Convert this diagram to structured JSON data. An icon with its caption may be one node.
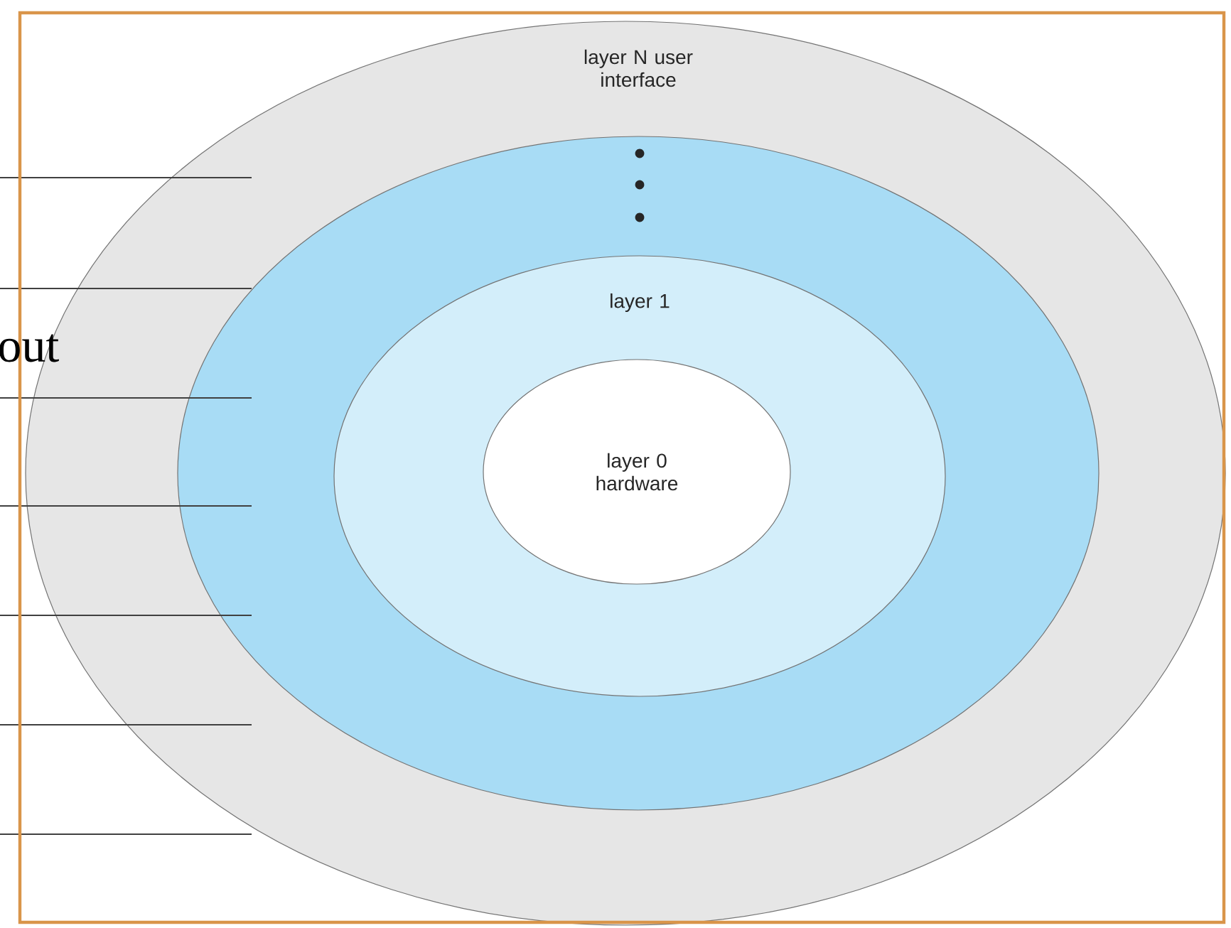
{
  "diagram": {
    "nodes": [
      {
        "text": [
          "layer N user interface"
        ]
      },
      {
        "text": [],
        "shape": "ellipse",
        "in": 0
      },
      {
        "text": [
          "layer 1"
        ],
        "in": 1
      },
      {
        "text": [
          "layer 0 hardware"
        ],
        "in": 2
      }
    ],
    "labels": [
      "out"
    ]
  }
}
